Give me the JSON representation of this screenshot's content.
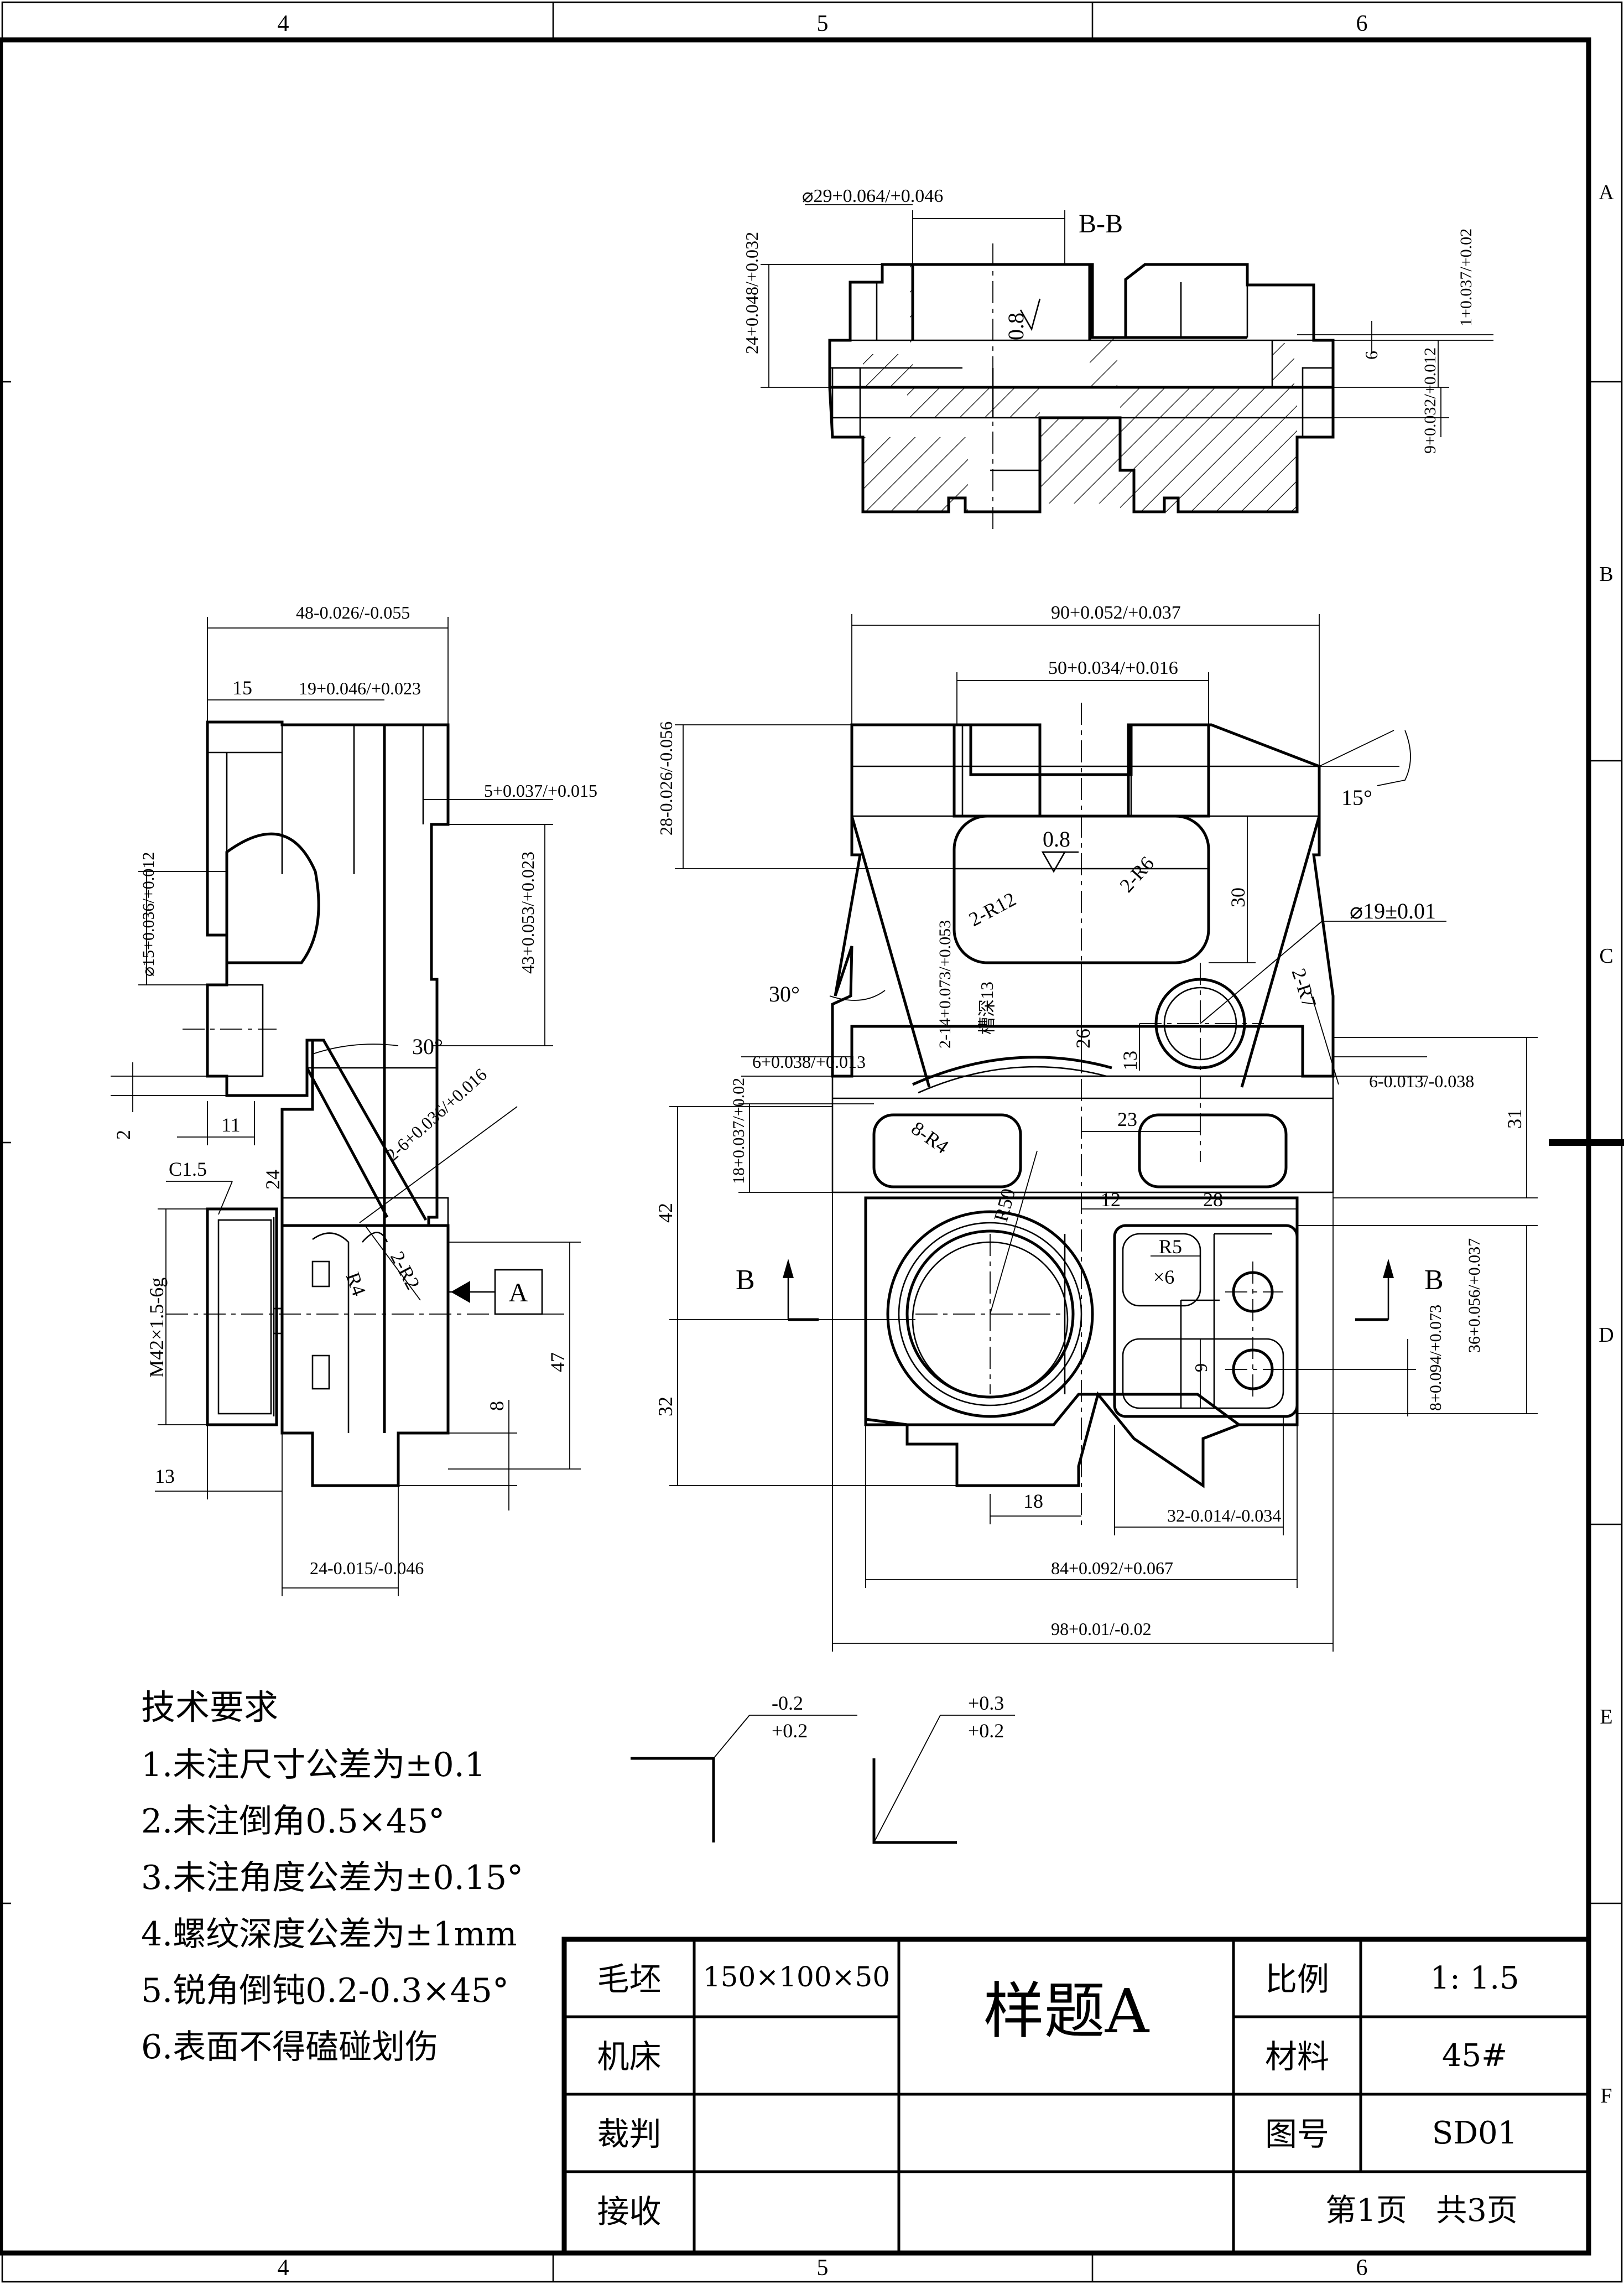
{
  "frame": {
    "columns": [
      "4",
      "5",
      "6"
    ],
    "rows": [
      "A",
      "B",
      "C",
      "D",
      "E",
      "F"
    ]
  },
  "section_view": {
    "title": "B-B",
    "dims": {
      "bore": "⌀29+0.064/+0.046",
      "height": "24+0.048/+0.032",
      "step": "1+0.037/+0.02",
      "depth6": "6",
      "depth9": "9+0.032/+0.012",
      "roughness": "0.8"
    }
  },
  "front_view": {
    "dims": {
      "w90": "90+0.052/+0.037",
      "w50": "50+0.034/+0.016",
      "h28": "28-0.026/-0.056",
      "a15": "15°",
      "r0.8": "0.8",
      "r2r6": "2-R6",
      "r2r12": "2-R12",
      "h30": "30",
      "d19": "⌀19±0.01",
      "a30": "30°",
      "slot": "2-14+0.073/+0.053",
      "slot_depth": "槽深13",
      "h26": "26",
      "r2r7": "2-R7",
      "h6l": "6+0.038/+0.013",
      "h6r": "6-0.013/-0.038",
      "h13": "13",
      "h31": "31",
      "w23": "23",
      "r8r4": "8-R4",
      "h18": "18+0.037/+0.02",
      "r50": "R50",
      "w12": "12",
      "w28": "28",
      "h42": "42",
      "r5": "R5",
      "x6": "×6",
      "b_left": "B",
      "b_right": "B",
      "h36": "36+0.056/+0.037",
      "h9": "9",
      "h8": "8+0.094/+0.073",
      "h32": "32",
      "w18": "18",
      "w32": "32-0.014/-0.034",
      "w84": "84+0.092/+0.067",
      "w98": "98+0.01/-0.02"
    }
  },
  "side_view": {
    "dims": {
      "w48": "48-0.026/-0.055",
      "w15": "15",
      "w19": "19+0.046/+0.023",
      "h5": "5+0.037/+0.015",
      "d15": "⌀15+0.036/+0.012",
      "h43": "43+0.053/+0.023",
      "a30": "30°",
      "h2": "2",
      "w11": "11",
      "r26": "2-6+0.036/+0.016",
      "c15": "C1.5",
      "h24": "24",
      "thread": "M42×1.5-6g",
      "r4": "R4",
      "r2r2": "2-R2",
      "datum": "A",
      "h47": "47",
      "h8": "8",
      "w13": "13",
      "w24": "24-0.015/-0.046"
    }
  },
  "angle_symbols": {
    "left": {
      "upper": "-0.2",
      "lower": "+0.2"
    },
    "right": {
      "upper": "+0.3",
      "lower": "+0.2"
    }
  },
  "tech_requirements": {
    "title": "技术要求",
    "items": [
      "1.未注尺寸公差为±0.1",
      "2.未注倒角0.5×45°",
      "3.未注角度公差为±0.15°",
      "4.螺纹深度公差为±1mm",
      "5.锐角倒钝0.2-0.3×45°",
      "6.表面不得磕碰划伤"
    ]
  },
  "title_block": {
    "blank_label": "毛坯",
    "blank_value": "150×100×50",
    "machine_label": "机床",
    "judge_label": "裁判",
    "accept_label": "接收",
    "title": "样题A",
    "scale_label": "比例",
    "scale_value": "1: 1.5",
    "material_label": "材料",
    "material_value": "45#",
    "drawing_no_label": "图号",
    "drawing_no_value": "SD01",
    "page": "第1页",
    "total": "共3页"
  }
}
